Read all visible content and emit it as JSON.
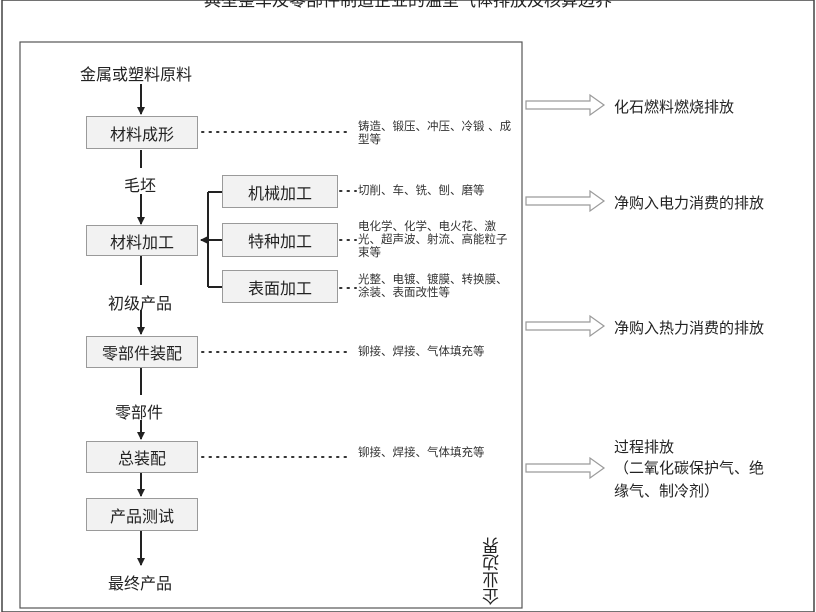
{
  "title": "典型整车及零部件制造企业的温室气体排放及核算边界",
  "boundary_label": "企业边界",
  "flow": {
    "raw_material": "金属或塑料原料",
    "forming": "材料成形",
    "blank": "毛坯",
    "machining": "材料加工",
    "primary_product": "初级产品",
    "parts_assembly": "零部件装配",
    "parts": "零部件",
    "final_assembly": "总装配",
    "product_test": "产品测试",
    "final_product": "最终产品"
  },
  "sub_processes": {
    "mechanical": "机械加工",
    "special": "特种加工",
    "surface": "表面加工"
  },
  "notes": {
    "forming": "铸造、锻压、冲压、冷锻 、成型等",
    "mechanical": "切削、车、铣、刨、磨等",
    "special": "电化学、化学、电火花、激光、超声波、射流、高能粒子束等",
    "surface": "光整、电镀、镀膜、转换膜、涂装、表面改性等",
    "parts_assembly": "铆接、焊接、气体填充等",
    "final_assembly": "铆接、焊接、气体填充等"
  },
  "emissions": {
    "fossil": "化石燃料燃烧排放",
    "electricity": "净购入电力消费的排放",
    "heat": "净购入热力消费的排放",
    "process_title": "过程排放",
    "process_detail": "（二氧化碳保护气、绝缘气、制冷剂）"
  }
}
